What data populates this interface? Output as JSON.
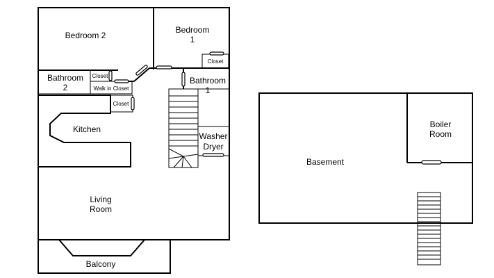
{
  "floor_plan_left": {
    "rooms": {
      "bedroom2": "Bedroom 2",
      "bedroom1_line1": "Bedroom",
      "bedroom1_line2": "1",
      "closet_bedroom1": "Closet",
      "bathroom2_line1": "Bathroom",
      "bathroom2_line2": "2",
      "closet_small": "Closet",
      "walk_in_closet": "Walk in Closet",
      "bathroom1_line1": "Bathroom",
      "bathroom1_line2": "1",
      "closet_hall": "Closet",
      "kitchen": "Kitchen",
      "washer_dryer_line1": "Washer",
      "washer_dryer_line2": "Dryer",
      "living_room_line1": "Living",
      "living_room_line2": "Room",
      "balcony": "Balcony"
    }
  },
  "floor_plan_right": {
    "rooms": {
      "basement": "Basement",
      "boiler_room_line1": "Boiler",
      "boiler_room_line2": "Room"
    }
  },
  "colors": {
    "line": "#000000",
    "background": "#ffffff"
  }
}
